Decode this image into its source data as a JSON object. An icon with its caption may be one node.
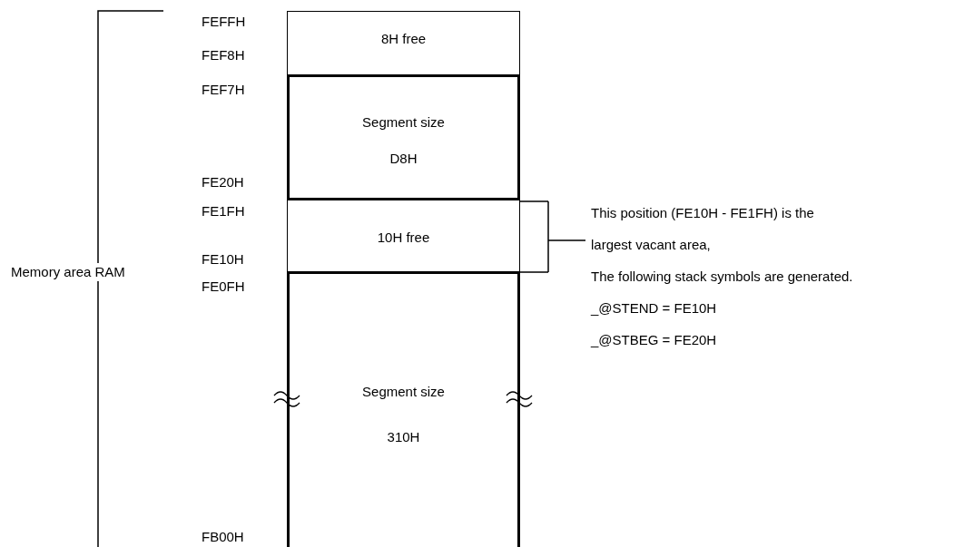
{
  "diagram": {
    "nodes": [
      {
        "text": [
          "8H free"
        ]
      },
      {
        "text": [
          "Segment size",
          "D8H"
        ]
      },
      {
        "text": [
          "10H free"
        ]
      },
      {
        "text": [
          "Segment size",
          "310H"
        ]
      },
      {
        "text": [
          "This position (FE10H - FE1FH) is the largest vacant area,",
          "The following stack symbols are generated.",
          "_@STEND = FE10H",
          "_@STBEG = FE20H"
        ]
      }
    ],
    "edges": [
      {
        "from": 4,
        "to": 2,
        "arrow": "none"
      }
    ],
    "labels": [
      "FEFFH",
      "FEF8H",
      "FEF7H",
      "FE20H",
      "FE1FH",
      "FE10H",
      "Memory area RAM",
      "FE0FH",
      "FB00H"
    ]
  }
}
